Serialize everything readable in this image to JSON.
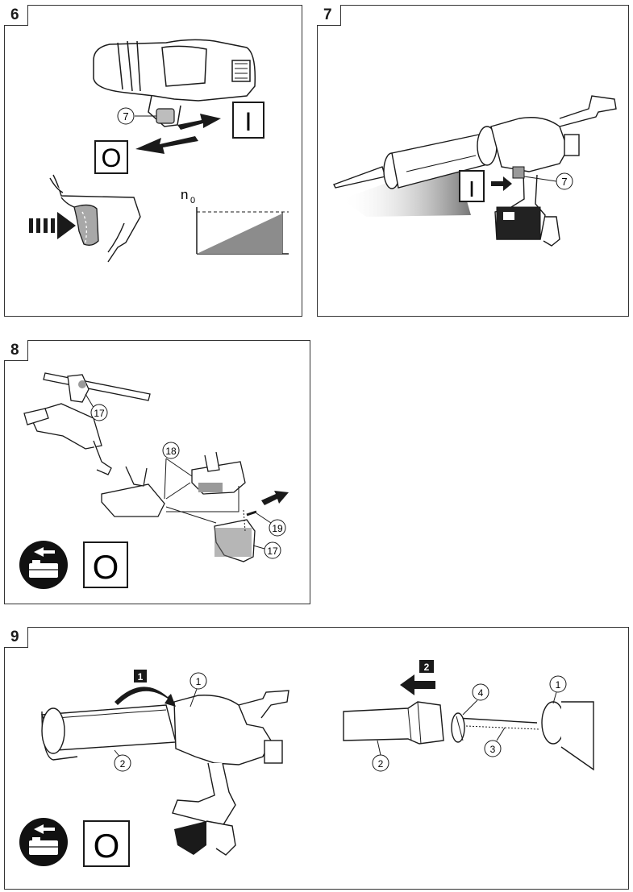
{
  "panels": {
    "p6": {
      "number": "6",
      "callout": "7",
      "switch_on": "I",
      "switch_off": "O",
      "graph_label": "n",
      "graph_sub": "0"
    },
    "p7": {
      "number": "7",
      "switch_on": "I",
      "callout": "7"
    },
    "p8": {
      "number": "8",
      "callout_17a": "17",
      "callout_18": "18",
      "callout_19": "19",
      "callout_17b": "17",
      "switch_off": "O"
    },
    "p9": {
      "number": "9",
      "step1": "1",
      "step2": "2",
      "c1a": "1",
      "c2a": "2",
      "c4": "4",
      "c1b": "1",
      "c3": "3",
      "c2b": "2",
      "switch_off": "O"
    }
  },
  "icons": [
    "battery-remove-icon",
    "arrow-icon",
    "trigger-icon",
    "caulking-gun-icon"
  ],
  "colors": {
    "line": "#1a1a1a",
    "grey": "#8c8c8c",
    "lightgrey": "#cfcfcf",
    "black": "#111111"
  }
}
